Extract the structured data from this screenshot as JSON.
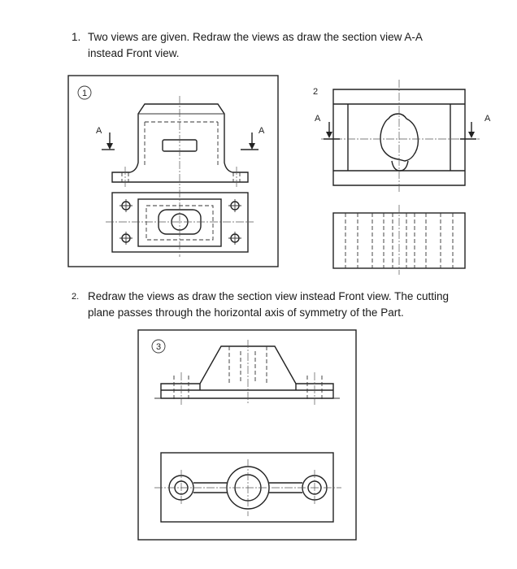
{
  "question1": {
    "number": "1.",
    "line1": "Two views are given. Redraw the views as draw the section view A-A",
    "line2": "instead Front view."
  },
  "question2": {
    "number": "2.",
    "line1": "Redraw the views as draw the section view instead Front view. The cutting",
    "line2": "plane passes through the horizontal axis of symmetry of the Part."
  },
  "figure1": {
    "label": "1",
    "section_letter_left": "A",
    "section_letter_right": "A"
  },
  "figure2": {
    "label": "2",
    "section_letter_left": "A",
    "section_letter_right": "A"
  },
  "figure3": {
    "label": "3"
  }
}
